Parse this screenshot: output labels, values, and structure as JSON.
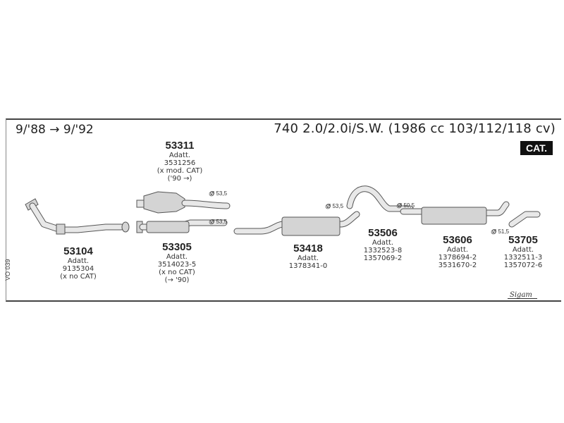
{
  "header": {
    "date_range": "9/'88 → 9/'92",
    "title": "740 2.0/2.0i/S.W. (1986 cc 103/112/118 cv)",
    "badge": "CAT."
  },
  "side_code": "VO 039",
  "brand": "Sigam",
  "parts": [
    {
      "id": "53311",
      "lines": [
        "Adatt.",
        "3531256",
        "(x mod. CAT)",
        "('90 →)"
      ]
    },
    {
      "id": "53104",
      "lines": [
        "Adatt.",
        "9135304",
        "(x no CAT)"
      ]
    },
    {
      "id": "53305",
      "lines": [
        "Adatt.",
        "3514023-5",
        "(x no CAT)",
        "(→ '90)"
      ]
    },
    {
      "id": "53418",
      "lines": [
        "Adatt.",
        "1378341-0"
      ]
    },
    {
      "id": "53506",
      "lines": [
        "Adatt.",
        "1332523-8",
        "1357069-2"
      ]
    },
    {
      "id": "53606",
      "lines": [
        "Adatt.",
        "1378694-2",
        "3531670-2"
      ]
    },
    {
      "id": "53705",
      "lines": [
        "Adatt.",
        "1332511-3",
        "1357072-6"
      ]
    }
  ],
  "diameters": [
    "Ø 53,5",
    "Ø 53,5",
    "Ø 53,5",
    "Ø 50,5",
    "Ø 51,5"
  ],
  "colors": {
    "ink": "#222222",
    "part_fill": "#d4d4d4",
    "badge_bg": "#111111"
  }
}
